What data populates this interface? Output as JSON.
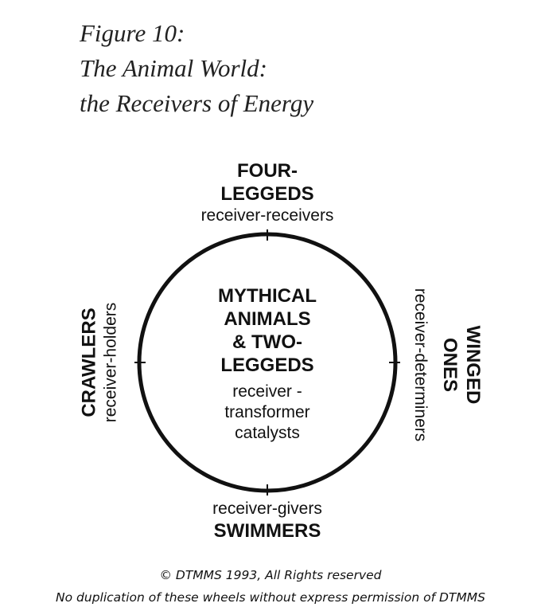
{
  "title": {
    "line1": "Figure 10:",
    "line2": "The Animal World:",
    "line3": "the Receivers of Energy"
  },
  "wheel": {
    "center": {
      "name_lines": [
        "MYTHICAL",
        "ANIMALS",
        "& TWO-",
        "LEGGEDS"
      ],
      "role_lines": [
        "receiver -",
        "transformer",
        "catalysts"
      ]
    },
    "north": {
      "name_lines": [
        "FOUR-",
        "LEGGEDS"
      ],
      "role": "receiver-receivers"
    },
    "south": {
      "name": "SWIMMERS",
      "role": "receiver-givers"
    },
    "west": {
      "name": "CRAWLERS",
      "role": "receiver-holders"
    },
    "east": {
      "name_lines": [
        "WINGED",
        "ONES"
      ],
      "role": "receiver-determiners"
    }
  },
  "footer": {
    "copyright": "© DTMMS 1993, All Rights reserved",
    "notice": "No duplication of these wheels without express permission of DTMMS"
  }
}
